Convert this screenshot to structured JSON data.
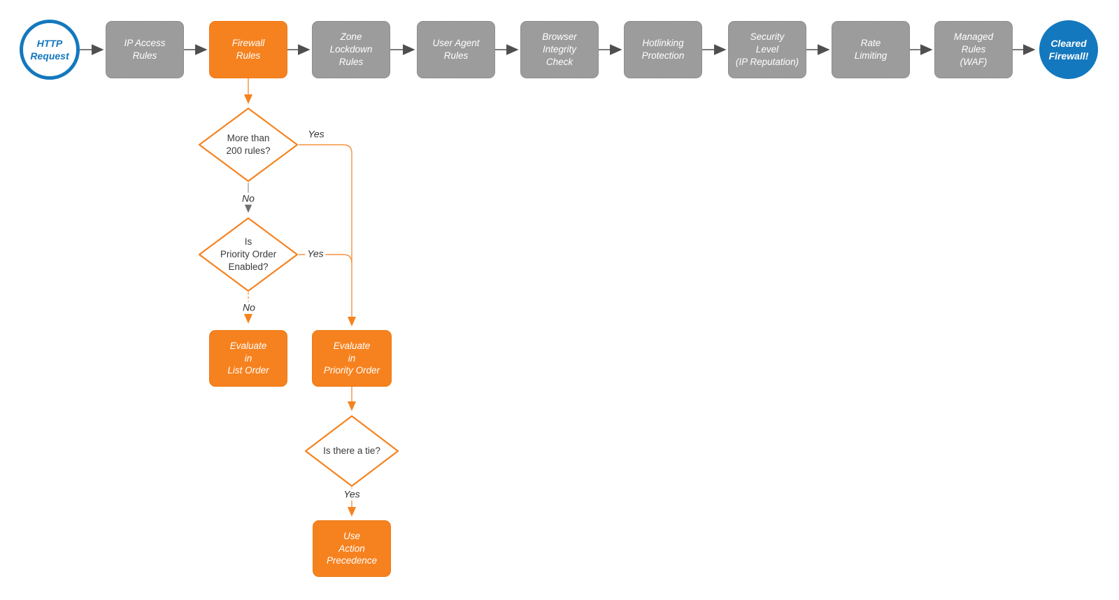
{
  "colors": {
    "accent_orange": "#F6821F",
    "accent_blue": "#1478BE",
    "stage_gray": "#9C9C9C",
    "background": "#FFFFFF"
  },
  "flow": {
    "start": {
      "label": "HTTP\nRequest"
    },
    "end": {
      "label": "Cleared\nFirewall!"
    },
    "stages": [
      {
        "label": "IP Access\nRules",
        "highlighted": false
      },
      {
        "label": "Firewall\nRules",
        "highlighted": true
      },
      {
        "label": "Zone\nLockdown\nRules",
        "highlighted": false
      },
      {
        "label": "User Agent\nRules",
        "highlighted": false
      },
      {
        "label": "Browser\nIntegrity\nCheck",
        "highlighted": false
      },
      {
        "label": "Hotlinking\nProtection",
        "highlighted": false
      },
      {
        "label": "Security\nLevel\n(IP Reputation)",
        "highlighted": false
      },
      {
        "label": "Rate\nLimiting",
        "highlighted": false
      },
      {
        "label": "Managed\nRules\n(WAF)",
        "highlighted": false
      }
    ],
    "decisions": [
      {
        "label": "More than\n200 rules?"
      },
      {
        "label": "Is\nPriority Order\nEnabled?"
      },
      {
        "label": "Is there a tie?"
      }
    ],
    "actions": [
      {
        "label": "Evaluate\nin\nList Order"
      },
      {
        "label": "Evaluate\nin\nPriority Order"
      },
      {
        "label": "Use\nAction\nPrecedence"
      }
    ],
    "edge_labels": {
      "d1_yes": "Yes",
      "d1_no": "No",
      "d2_yes": "Yes",
      "d2_no": "No",
      "d3_yes": "Yes"
    }
  }
}
